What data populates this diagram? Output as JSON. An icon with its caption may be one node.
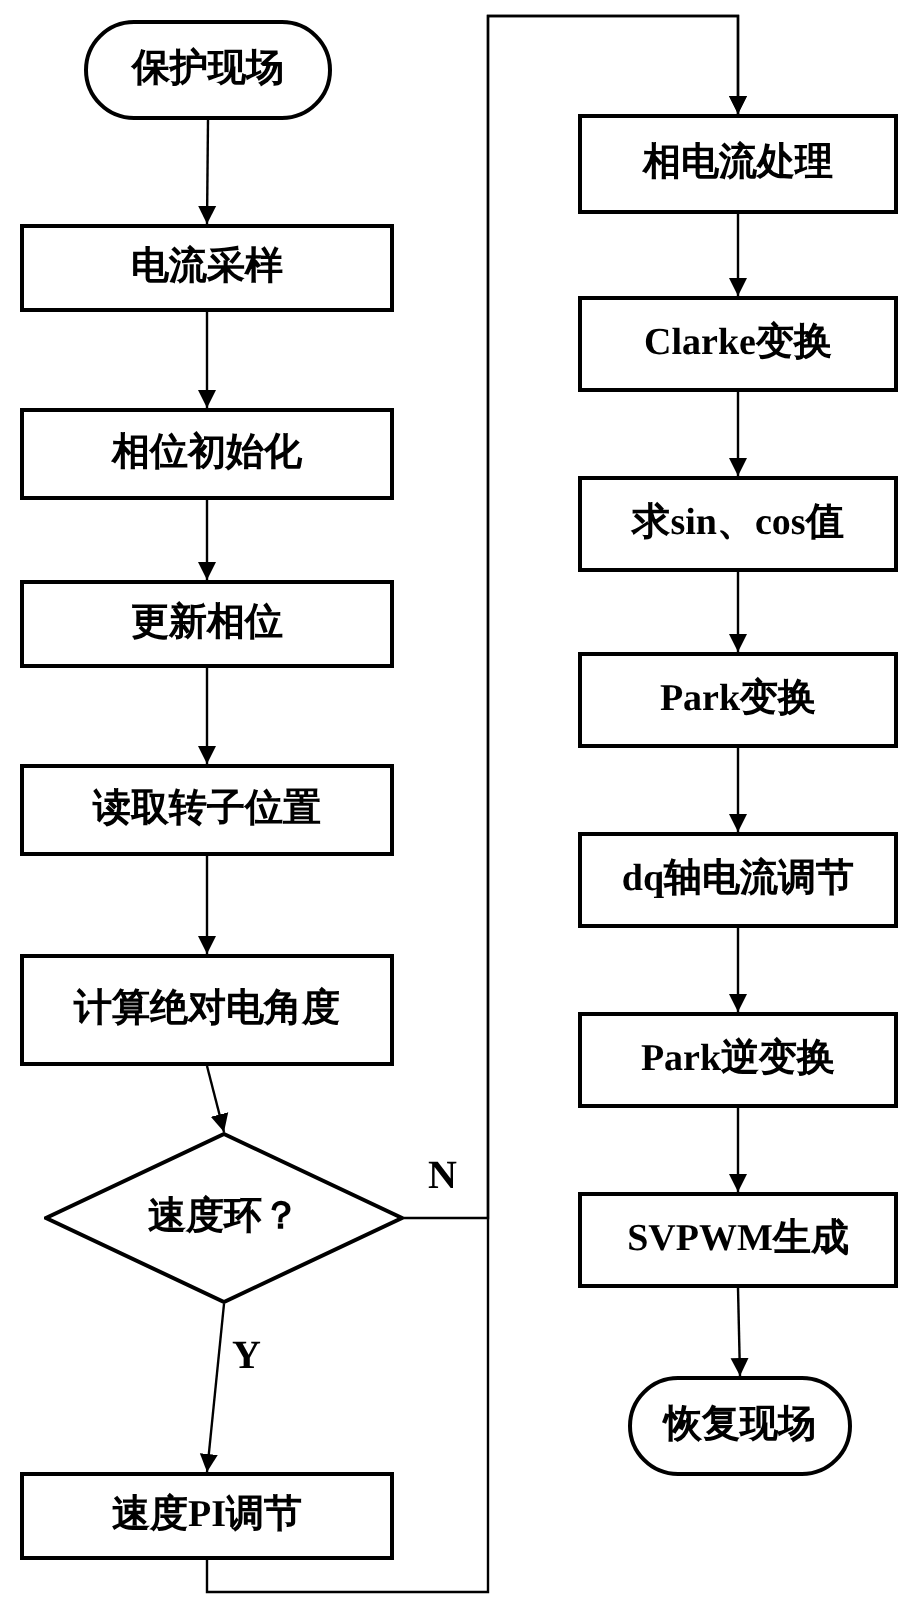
{
  "diagram": {
    "nodes": [
      {
        "text": [
          "保护现场"
        ]
      },
      {
        "text": [
          "电流采样"
        ]
      },
      {
        "text": [
          "相位初始化"
        ]
      },
      {
        "text": [
          "更新相位"
        ]
      },
      {
        "text": [
          "读取转子位置"
        ]
      },
      {
        "text": [
          "计算绝对电角度"
        ]
      },
      {
        "text": [
          "速度环？"
        ]
      },
      {
        "text": [
          "速度PI调节"
        ]
      },
      {
        "text": [
          "相电流处理"
        ]
      },
      {
        "text": [
          "Clarke变换"
        ]
      },
      {
        "text": [
          "求sin、cos值"
        ]
      },
      {
        "text": [
          "Park变换"
        ]
      },
      {
        "text": [
          "dq轴电流调节"
        ]
      },
      {
        "text": [
          "Park逆变换"
        ]
      },
      {
        "text": [
          "SVPWM生成"
        ]
      },
      {
        "text": [
          "恢复现场"
        ]
      }
    ],
    "edges": [
      {
        "from": 0,
        "to": 1,
        "arrow": "to"
      },
      {
        "from": 1,
        "to": 2,
        "arrow": "to"
      },
      {
        "from": 2,
        "to": 3,
        "arrow": "to"
      },
      {
        "from": 3,
        "to": 4,
        "arrow": "to"
      },
      {
        "from": 4,
        "to": 5,
        "arrow": "to"
      },
      {
        "from": 5,
        "to": 6,
        "arrow": "to"
      },
      {
        "from": 6,
        "to": 7,
        "arrow": "to",
        "label": "Y"
      },
      {
        "from": 6,
        "to": 8,
        "arrow": "to",
        "label": "N"
      },
      {
        "from": 7,
        "to": 8,
        "arrow": "to"
      },
      {
        "from": 8,
        "to": 9,
        "arrow": "to"
      },
      {
        "from": 9,
        "to": 10,
        "arrow": "to"
      },
      {
        "from": 10,
        "to": 11,
        "arrow": "to"
      },
      {
        "from": 11,
        "to": 12,
        "arrow": "to"
      },
      {
        "from": 12,
        "to": 13,
        "arrow": "to"
      },
      {
        "from": 13,
        "to": 14,
        "arrow": "to"
      },
      {
        "from": 14,
        "to": 15,
        "arrow": "to"
      }
    ]
  }
}
